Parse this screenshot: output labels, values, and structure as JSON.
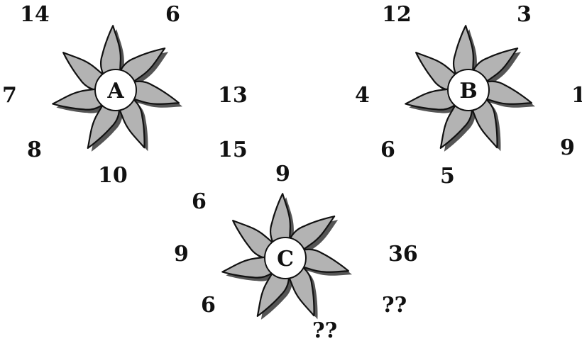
{
  "colors": {
    "petal": "#b3b3b3",
    "shadow": "#555555",
    "outline": "#111111",
    "center": "#ffffff"
  },
  "flowers": [
    {
      "label": "A",
      "numbers": [
        "14",
        "6",
        "7",
        "13",
        "8",
        "15",
        "10"
      ]
    },
    {
      "label": "B",
      "numbers": [
        "12",
        "3",
        "4",
        "1",
        "6",
        "9",
        "5"
      ]
    },
    {
      "label": "C",
      "numbers": [
        "9",
        "6",
        "9",
        "36",
        "6",
        "??",
        "??"
      ]
    }
  ]
}
